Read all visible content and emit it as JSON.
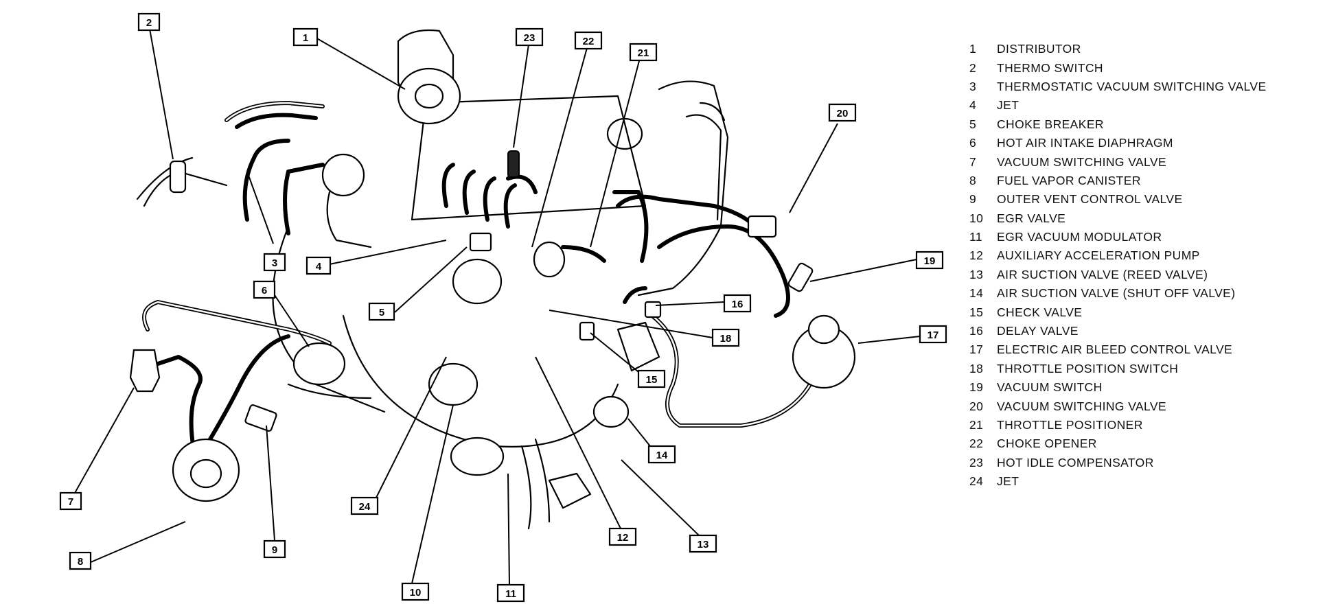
{
  "legend": [
    {
      "num": "1",
      "label": "DISTRIBUTOR"
    },
    {
      "num": "2",
      "label": "THERMO SWITCH"
    },
    {
      "num": "3",
      "label": "THERMOSTATIC VACUUM SWITCHING VALVE"
    },
    {
      "num": "4",
      "label": "JET"
    },
    {
      "num": "5",
      "label": "CHOKE BREAKER"
    },
    {
      "num": "6",
      "label": "HOT AIR INTAKE DIAPHRAGM"
    },
    {
      "num": "7",
      "label": "VACUUM SWITCHING VALVE"
    },
    {
      "num": "8",
      "label": "FUEL VAPOR CANISTER"
    },
    {
      "num": "9",
      "label": "OUTER VENT CONTROL VALVE"
    },
    {
      "num": "10",
      "label": "EGR VALVE"
    },
    {
      "num": "11",
      "label": "EGR VACUUM MODULATOR"
    },
    {
      "num": "12",
      "label": "AUXILIARY ACCELERATION PUMP"
    },
    {
      "num": "13",
      "label": "AIR SUCTION VALVE (REED VALVE)"
    },
    {
      "num": "14",
      "label": "AIR SUCTION VALVE (SHUT OFF VALVE)"
    },
    {
      "num": "15",
      "label": "CHECK VALVE"
    },
    {
      "num": "16",
      "label": "DELAY VALVE"
    },
    {
      "num": "17",
      "label": "ELECTRIC AIR BLEED CONTROL VALVE"
    },
    {
      "num": "18",
      "label": "THROTTLE POSITION SWITCH"
    },
    {
      "num": "19",
      "label": "VACUUM SWITCH"
    },
    {
      "num": "20",
      "label": "VACUUM SWITCHING VALVE"
    },
    {
      "num": "21",
      "label": "THROTTLE POSITIONER"
    },
    {
      "num": "22",
      "label": "CHOKE OPENER"
    },
    {
      "num": "23",
      "label": "HOT IDLE COMPENSATOR"
    },
    {
      "num": "24",
      "label": "JET"
    }
  ],
  "callouts": [
    "1",
    "2",
    "3",
    "4",
    "5",
    "6",
    "7",
    "8",
    "9",
    "10",
    "11",
    "12",
    "13",
    "14",
    "15",
    "16",
    "17",
    "18",
    "19",
    "20",
    "21",
    "22",
    "23",
    "24"
  ]
}
